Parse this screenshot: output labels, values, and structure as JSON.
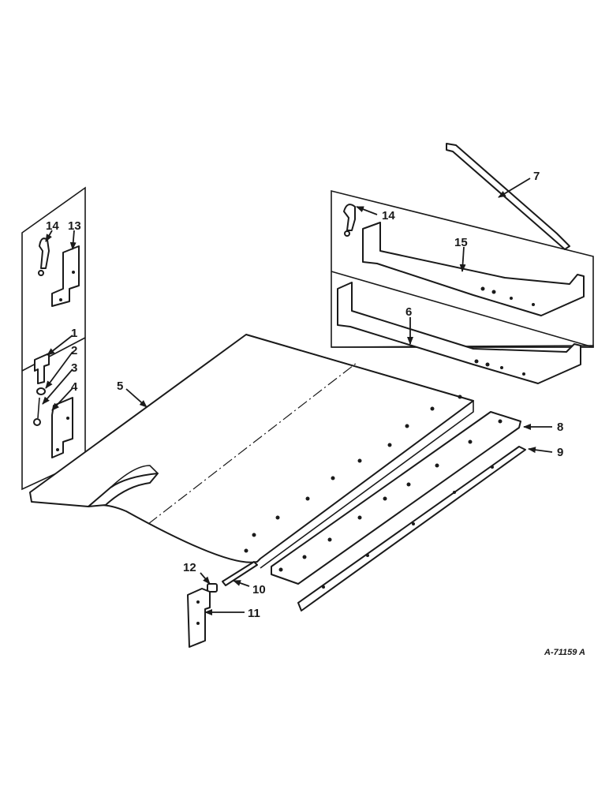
{
  "callouts": {
    "c1": "1",
    "c2": "2",
    "c3": "3",
    "c4": "4",
    "c5": "5",
    "c6": "6",
    "c7": "7",
    "c8": "8",
    "c9": "9",
    "c10": "10",
    "c11": "11",
    "c12": "12",
    "c13": "13",
    "c14_left": "14",
    "c14_right": "14",
    "c15": "15"
  },
  "reference": "A-71159 A",
  "colors": {
    "ink": "#1a1a1a",
    "paper": "#ffffff"
  }
}
